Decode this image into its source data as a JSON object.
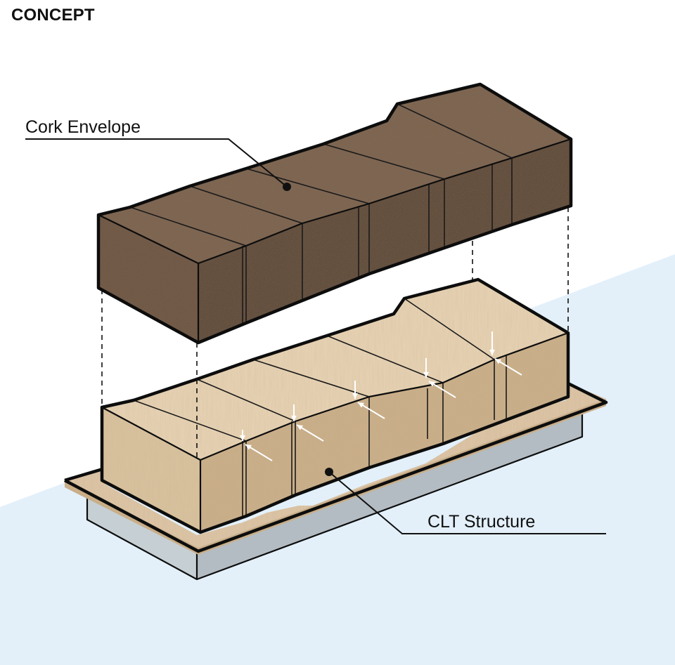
{
  "title": "CONCEPT",
  "labels": {
    "cork_envelope": "Cork Envelope",
    "clt_structure": "CLT Structure"
  },
  "colors": {
    "background": "#ffffff",
    "background_wedge": "#e3f0fa",
    "cork_top": "#7e6350",
    "cork_front": "#6d5341",
    "cork_side": "#5c4535",
    "clt_top": "#e7d3b4",
    "clt_front": "#d9c29e",
    "clt_side": "#c9ae88",
    "plinth_top": "#ddc5a6",
    "base_front": "#c6cfd4",
    "base_side": "#b3bcc2",
    "outline": "#0d0d0d",
    "arrows": "#ffffff"
  },
  "icons": [
    "compression-arrow-icon"
  ]
}
